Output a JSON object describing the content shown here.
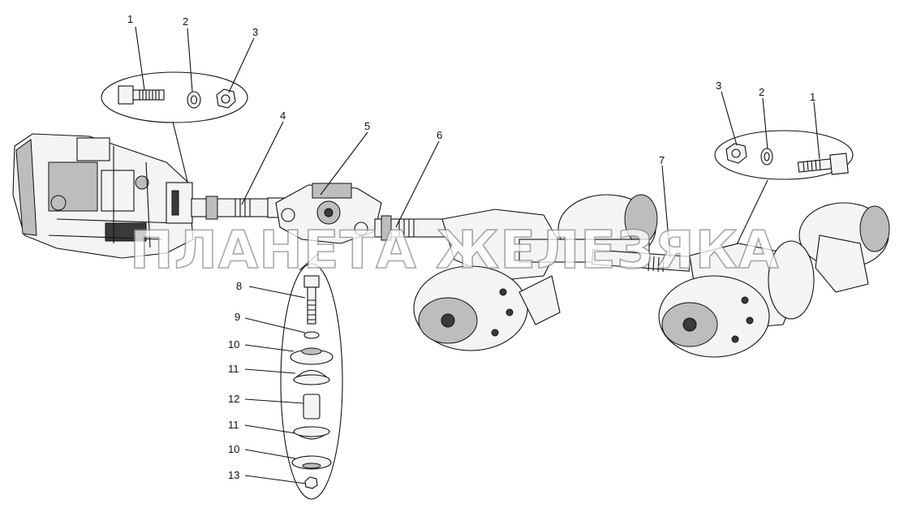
{
  "watermark": "ПЛАНЕТА ЖЕЛЕЗЯКА",
  "callouts": [
    {
      "id": "c1-left",
      "label": "1"
    },
    {
      "id": "c2-left",
      "label": "2"
    },
    {
      "id": "c3-left",
      "label": "3"
    },
    {
      "id": "c4",
      "label": "4"
    },
    {
      "id": "c5",
      "label": "5"
    },
    {
      "id": "c6",
      "label": "6"
    },
    {
      "id": "c3-right",
      "label": "3"
    },
    {
      "id": "c2-right",
      "label": "2"
    },
    {
      "id": "c1-right",
      "label": "1"
    },
    {
      "id": "c7",
      "label": "7"
    },
    {
      "id": "c8",
      "label": "8"
    },
    {
      "id": "c9",
      "label": "9"
    },
    {
      "id": "c10-top",
      "label": "10"
    },
    {
      "id": "c11-top",
      "label": "11"
    },
    {
      "id": "c12",
      "label": "12"
    },
    {
      "id": "c11-bottom",
      "label": "11"
    },
    {
      "id": "c10-bottom",
      "label": "10"
    },
    {
      "id": "c13",
      "label": "13"
    }
  ]
}
